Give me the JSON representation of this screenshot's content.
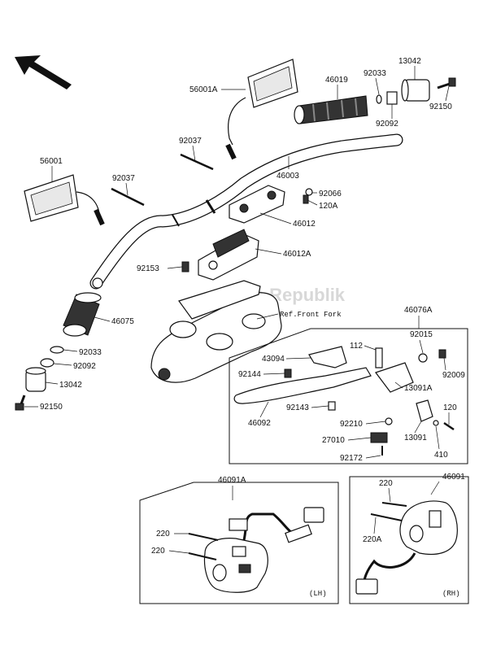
{
  "labels": {
    "p56001A": "56001A",
    "p46019": "46019",
    "p92033a": "92033",
    "p13042a": "13042",
    "p92150a": "92150",
    "p92092a": "92092",
    "p92037a": "92037",
    "p56001": "56001",
    "p92037b": "92037",
    "p46003": "46003",
    "p92066": "92066",
    "p120A": "120A",
    "p46012": "46012",
    "p46012A": "46012A",
    "p92153": "92153",
    "refFork": "Ref.Front Fork",
    "p46075": "46075",
    "p92033b": "92033",
    "p92092b": "92092",
    "p13042b": "13042",
    "p92150b": "92150",
    "p46076A": "46076A",
    "p43094": "43094",
    "p112": "112",
    "p92015": "92015",
    "p92009": "92009",
    "p92144": "92144",
    "p13091A": "13091A",
    "p92143": "92143",
    "p120": "120",
    "p46092": "46092",
    "p92210": "92210",
    "p13091": "13091",
    "p27010": "27010",
    "p410": "410",
    "p92172": "92172",
    "p46091A": "46091A",
    "p220a": "220",
    "p220b": "220",
    "lh": "(LH)",
    "p46091": "46091",
    "p220c": "220",
    "p220A": "220A",
    "rh": "(RH)"
  },
  "watermark": "Parts Republik",
  "icons": [
    "direction-arrow-icon"
  ]
}
